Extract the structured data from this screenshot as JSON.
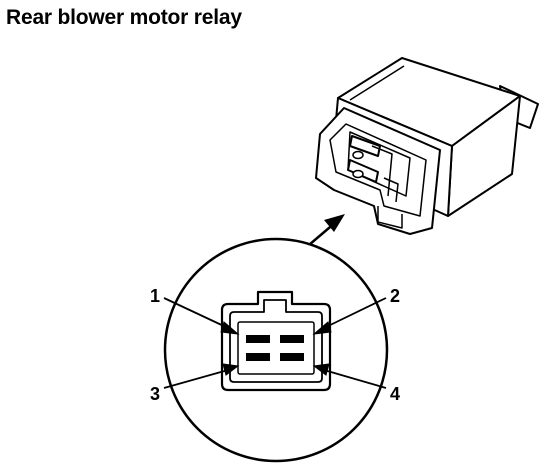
{
  "title": "Rear blower motor relay",
  "pins": [
    {
      "label": "1"
    },
    {
      "label": "2"
    },
    {
      "label": "3"
    },
    {
      "label": "4"
    }
  ]
}
